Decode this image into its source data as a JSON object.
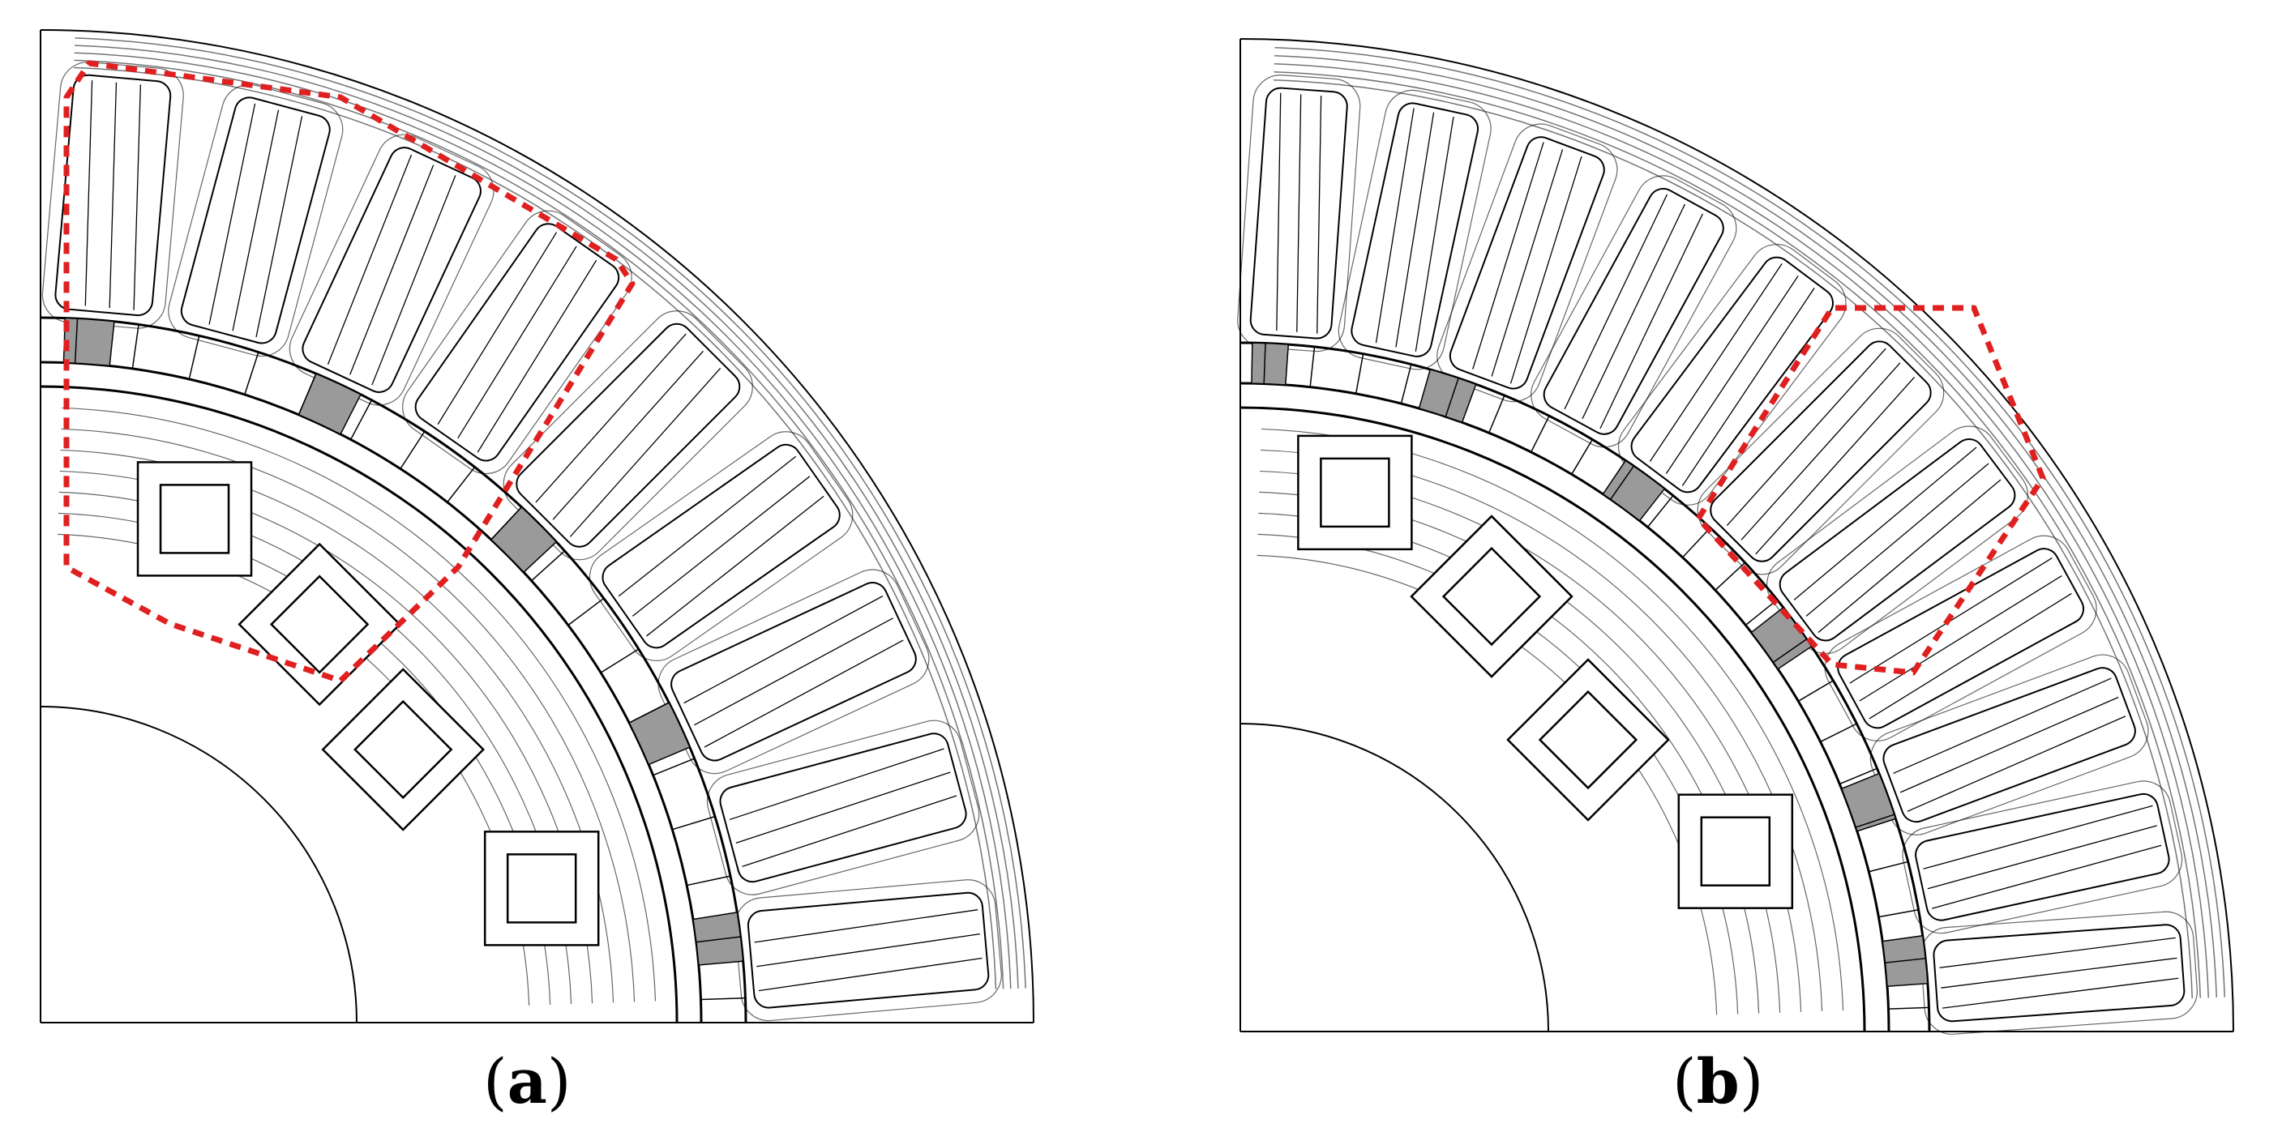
{
  "panels": [
    {
      "id": "a",
      "caption_open": "(",
      "caption_letter": "a",
      "caption_close": ")"
    },
    {
      "id": "b",
      "caption_open": "(",
      "caption_letter": "b",
      "caption_close": ")"
    }
  ],
  "colors": {
    "line": "#000000",
    "highlight": "#e02020",
    "shade": "#9a9a9a",
    "light_shade": "#d9d9d9",
    "background": "#ffffff"
  }
}
